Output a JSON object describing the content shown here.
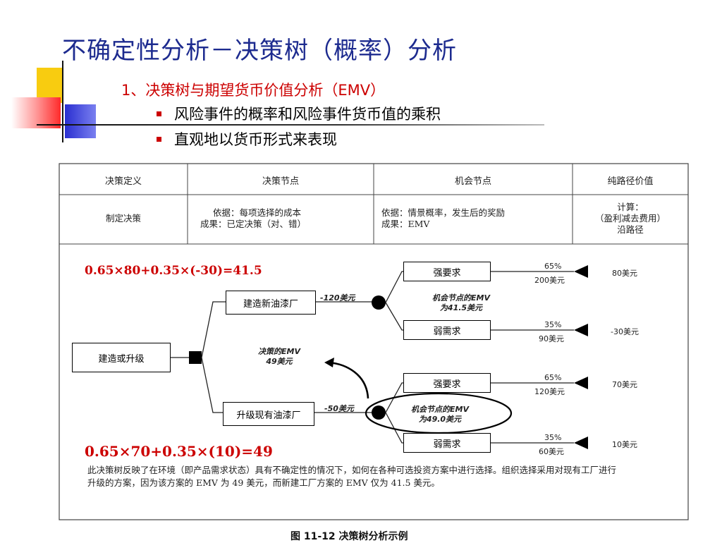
{
  "slide": {
    "title": "不确定性分析－决策树（概率）分析",
    "subtitle": "1、决策树与期望货币价值分析（EMV）",
    "bullets": [
      "风险事件的概率和风险事件货币值的乘积",
      "直观地以货币形式来表现"
    ]
  },
  "table": {
    "headers": [
      "决策定义",
      "决策节点",
      "机会节点",
      "纯路径价值"
    ],
    "row": {
      "c1": "制定决策",
      "c2_line1": "依据：每项选择的成本",
      "c2_line2": "成果：已定决策（对、错）",
      "c3_line1": "依据：情景概率，发生后的奖励",
      "c3_line2": "成果：EMV",
      "c4_line1": "计算：",
      "c4_line2": "（盈利减去费用）",
      "c4_line3": "沿路径"
    }
  },
  "tree": {
    "root": "建造或升级",
    "decision_emv_line1": "决策的EMV",
    "decision_emv_line2": "49美元",
    "options": [
      {
        "label": "建造新油漆厂",
        "cost": "-120美元",
        "emv_line1": "机会节点的EMV",
        "emv_line2": "为41.5美元",
        "outcomes": [
          {
            "label": "强要求",
            "prob": "65%",
            "value": "200美元",
            "net": "80美元"
          },
          {
            "label": "弱需求",
            "prob": "35%",
            "value": "90美元",
            "net": "-30美元"
          }
        ]
      },
      {
        "label": "升级现有油漆厂",
        "cost": "-50美元",
        "emv_line1": "机会节点的EMV",
        "emv_line2": "为49.0美元",
        "outcomes": [
          {
            "label": "强要求",
            "prob": "65%",
            "value": "120美元",
            "net": "70美元"
          },
          {
            "label": "弱需求",
            "prob": "35%",
            "value": "60美元",
            "net": "10美元"
          }
        ]
      }
    ]
  },
  "formulas": {
    "top": "0.65×80+0.35×(-30)=41.5",
    "bottom": "0.65×70+0.35×(10)=49"
  },
  "description": "此决策树反映了在环境（即产品需求状态）具有不确定性的情况下，如何在各种可选投资方案中进行选择。组织选择采用对现有工厂进行升级的方案，因为该方案的 EMV 为 49 美元，而新建工厂方案的 EMV 仅为 41.5 美元。",
  "caption": "图 11-12  决策树分析示例",
  "colors": {
    "title": "#1d2b8f",
    "accent_red": "#cc0000",
    "deco_yellow": "#f5c400",
    "deco_blue": "#2a2fd0"
  }
}
